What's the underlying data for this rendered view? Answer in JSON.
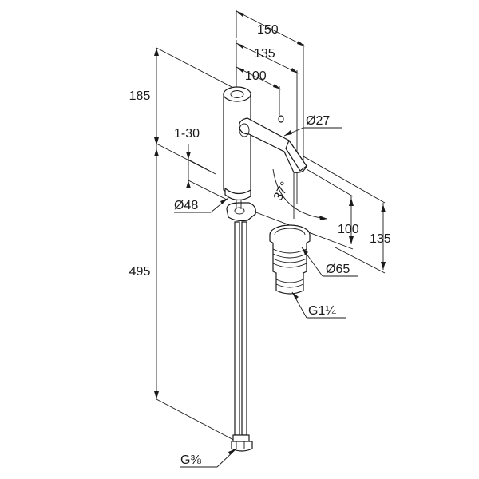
{
  "dimensions": {
    "width_150": "150",
    "width_135": "135",
    "width_100": "100",
    "height_185": "185",
    "offset_1_30": "1-30",
    "diameter_27": "Ø27",
    "angle_37": "37°",
    "diameter_48": "Ø48",
    "height_495": "495",
    "spout_100": "100",
    "spout_135": "135",
    "diameter_65": "Ø65",
    "thread_waste": "G1¼",
    "thread_hose": "G⅜"
  }
}
